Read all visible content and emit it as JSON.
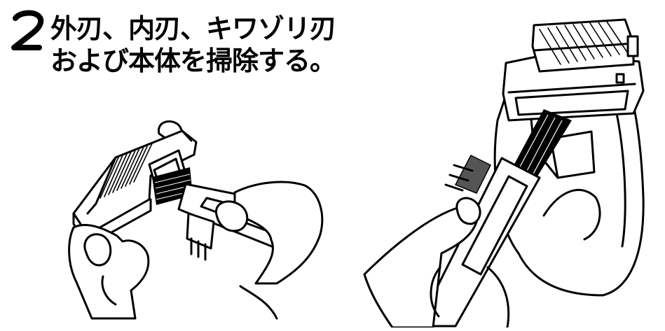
{
  "step": {
    "number": "2",
    "lines": [
      "外刃、内刃、キワゾリ刃",
      "および本体を掃除する。"
    ]
  }
}
